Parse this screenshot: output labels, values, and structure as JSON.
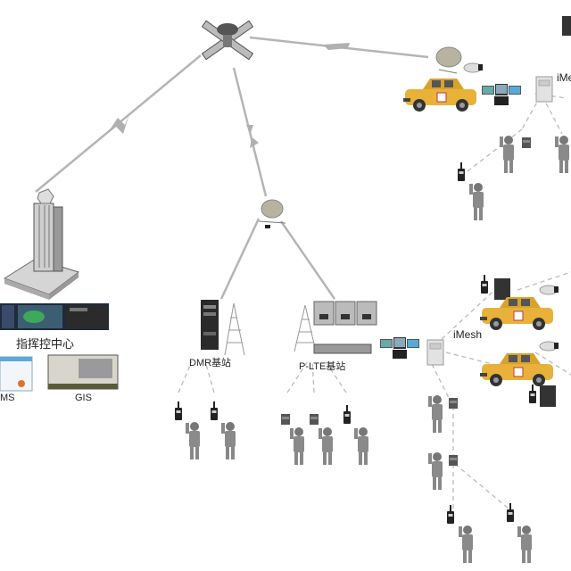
{
  "labels": {
    "command_center": "指挥控中心",
    "ms": "MS",
    "gis": "GIS",
    "dmr": "DMR基站",
    "plte": "P-LTE基站",
    "imesh_top": "iMesh",
    "imesh_mid": "iMesh"
  },
  "nodes": [
    {
      "id": "satellite",
      "type": "satellite"
    },
    {
      "id": "command-center",
      "type": "building"
    },
    {
      "id": "portable-dish",
      "type": "satellite-dish"
    },
    {
      "id": "dmr-station",
      "type": "base-station"
    },
    {
      "id": "plte-station",
      "type": "base-station"
    },
    {
      "id": "vehicle-top",
      "type": "vehicle"
    },
    {
      "id": "vehicle-mid-1",
      "type": "vehicle"
    },
    {
      "id": "vehicle-mid-2",
      "type": "vehicle"
    },
    {
      "id": "imesh-node-top",
      "type": "mesh-node"
    },
    {
      "id": "imesh-node-mid",
      "type": "mesh-node"
    }
  ],
  "colors": {
    "link": "#aaaaaa",
    "dashed": "#bbbbbb",
    "vehicle": "#e8b23a",
    "person": "#8a8a8a",
    "dark": "#2a2a2a"
  }
}
